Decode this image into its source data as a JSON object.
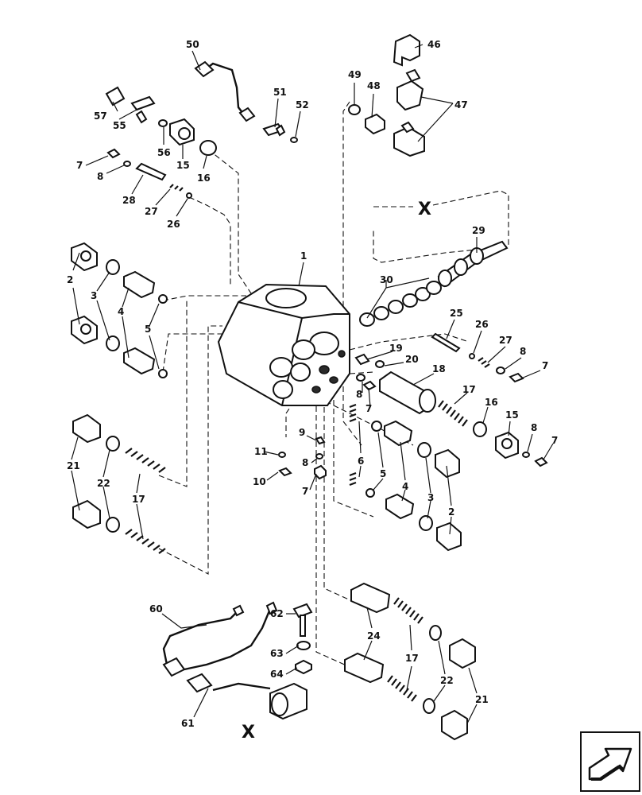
{
  "diagram": {
    "callouts": {
      "c1": "1",
      "c2a": "2",
      "c2b": "2",
      "c3a": "3",
      "c3b": "3",
      "c4a": "4",
      "c4b": "4",
      "c5a": "5",
      "c5b": "5",
      "c6": "6",
      "c7a": "7",
      "c7b": "7",
      "c7c": "7",
      "c7d": "7",
      "c7e": "7",
      "c8a": "8",
      "c8b": "8",
      "c8c": "8",
      "c8d": "8",
      "c8e": "8",
      "c9": "9",
      "c10": "10",
      "c11": "11",
      "c15a": "15",
      "c15b": "15",
      "c16a": "16",
      "c16b": "16",
      "c17a": "17",
      "c17b": "17",
      "c17c": "17",
      "c18": "18",
      "c19": "19",
      "c20": "20",
      "c21a": "21",
      "c21b": "21",
      "c22a": "22",
      "c22b": "22",
      "c24": "24",
      "c25": "25",
      "c26a": "26",
      "c26b": "26",
      "c27a": "27",
      "c27b": "27",
      "c28": "28",
      "c29": "29",
      "c30": "30",
      "c46": "46",
      "c47": "47",
      "c48": "48",
      "c49": "49",
      "c50": "50",
      "c51": "51",
      "c52": "52",
      "c55": "55",
      "c56": "56",
      "c57": "57",
      "c60": "60",
      "c61": "61",
      "c62": "62",
      "c63": "63",
      "c64": "64",
      "x_top": "X",
      "x_bottom": "X"
    }
  },
  "nav": {
    "icon": "next-page-arrow-icon"
  }
}
